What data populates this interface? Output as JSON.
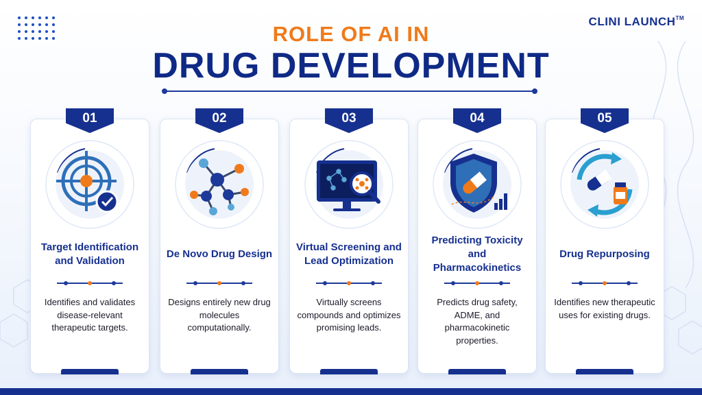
{
  "header": {
    "title_top": "ROLE OF AI IN",
    "title_main": "DRUG DEVELOPMENT",
    "brand": "CLINI LAUNCH",
    "brand_mark": "TM"
  },
  "colors": {
    "navy": "#16308f",
    "orange": "#f07a1a",
    "teal": "#1c8bc0"
  },
  "cards": [
    {
      "num": "01",
      "icon": "target-check-icon",
      "title": "Target Identification and Validation",
      "desc": "Identifies and validates disease-relevant therapeutic targets."
    },
    {
      "num": "02",
      "icon": "molecule-icon",
      "title": "De Novo Drug Design",
      "desc": "Designs entirely new drug molecules computationally."
    },
    {
      "num": "03",
      "icon": "monitor-magnifier-icon",
      "title": "Virtual Screening and Lead Optimization",
      "desc": "Virtually screens compounds and optimizes promising leads."
    },
    {
      "num": "04",
      "icon": "shield-pill-icon",
      "title": "Predicting Toxicity and Pharmacokinetics",
      "desc": "Predicts drug safety, ADME, and pharmacokinetic properties."
    },
    {
      "num": "05",
      "icon": "repurpose-cycle-icon",
      "title": "Drug Repurposing",
      "desc": "Identifies new therapeutic uses for existing drugs."
    }
  ]
}
